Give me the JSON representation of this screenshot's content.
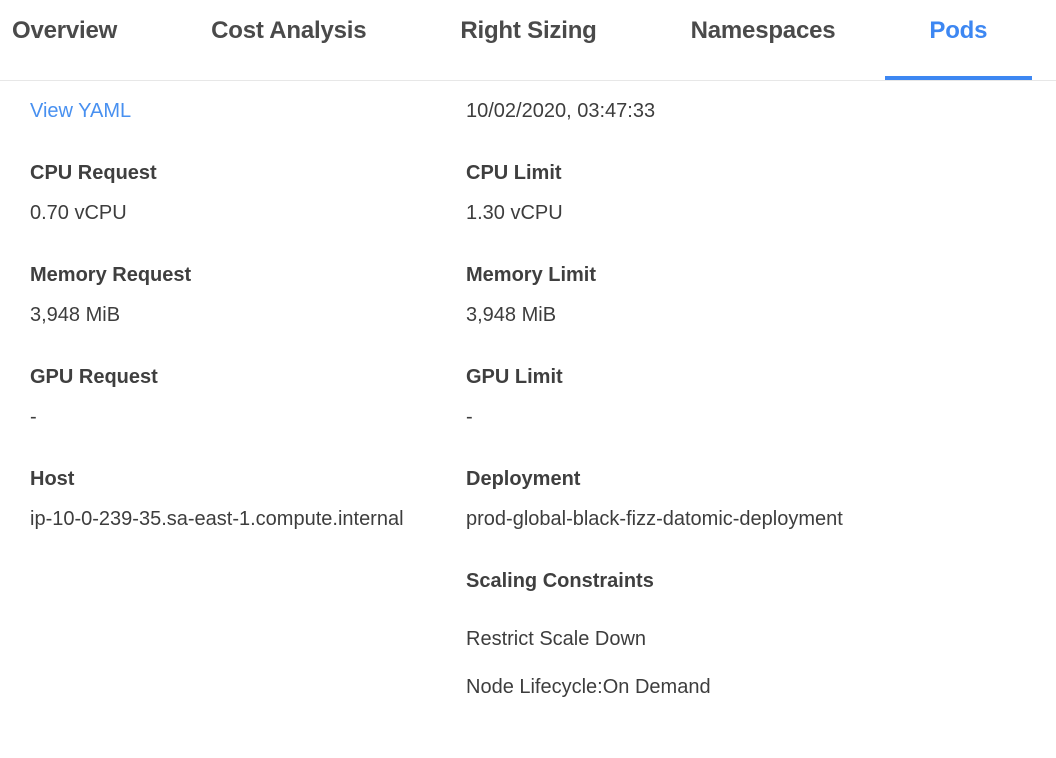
{
  "accent_color": "#3d87f2",
  "link_color": "#4890f0",
  "tabs": {
    "items": [
      {
        "label": "Overview",
        "active": false
      },
      {
        "label": "Cost Analysis",
        "active": false
      },
      {
        "label": "Right Sizing",
        "active": false
      },
      {
        "label": "Namespaces",
        "active": false
      },
      {
        "label": "Pods",
        "active": true
      }
    ]
  },
  "details": {
    "view_yaml_label": "View YAML",
    "timestamp": "10/02/2020, 03:47:33",
    "fields": {
      "cpu_request": {
        "label": "CPU Request",
        "value": "0.70 vCPU"
      },
      "cpu_limit": {
        "label": "CPU Limit",
        "value": "1.30 vCPU"
      },
      "memory_request": {
        "label": "Memory Request",
        "value": "3,948 MiB"
      },
      "memory_limit": {
        "label": "Memory Limit",
        "value": "3,948 MiB"
      },
      "gpu_request": {
        "label": "GPU Request",
        "value": "-"
      },
      "gpu_limit": {
        "label": "GPU Limit",
        "value": "-"
      },
      "host": {
        "label": "Host",
        "value": "ip-10-0-239-35.sa-east-1.compute.internal"
      },
      "deployment": {
        "label": "Deployment",
        "value": "prod-global-black-fizz-datomic-deployment"
      }
    },
    "scaling_constraints": {
      "title": "Scaling Constraints",
      "items": [
        "Restrict Scale Down",
        "Node Lifecycle:On Demand"
      ]
    }
  }
}
